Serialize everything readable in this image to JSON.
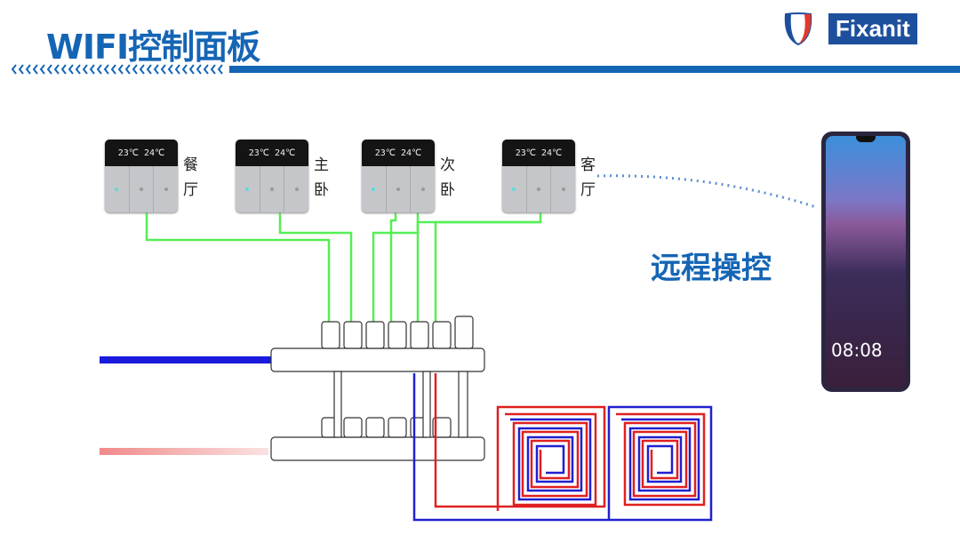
{
  "header": {
    "title": "WIFI控制面板",
    "brand": "Fixanit",
    "accent": "#1565b5"
  },
  "thermostats": [
    {
      "room": "餐厅",
      "display": [
        "23℃",
        "24℃"
      ]
    },
    {
      "room": "主卧",
      "display": [
        "23℃",
        "24℃"
      ]
    },
    {
      "room": "次卧",
      "display": [
        "23℃",
        "24℃"
      ]
    },
    {
      "room": "客厅",
      "display": [
        "23℃",
        "24℃"
      ]
    }
  ],
  "remote_label": "远程操控",
  "phone": {
    "time": "08:08"
  },
  "colors": {
    "wire": "#55ee55",
    "supply": "#1a1adc",
    "return": "#f08080",
    "loop_red": "#e02020",
    "loop_blue": "#2020d0"
  }
}
